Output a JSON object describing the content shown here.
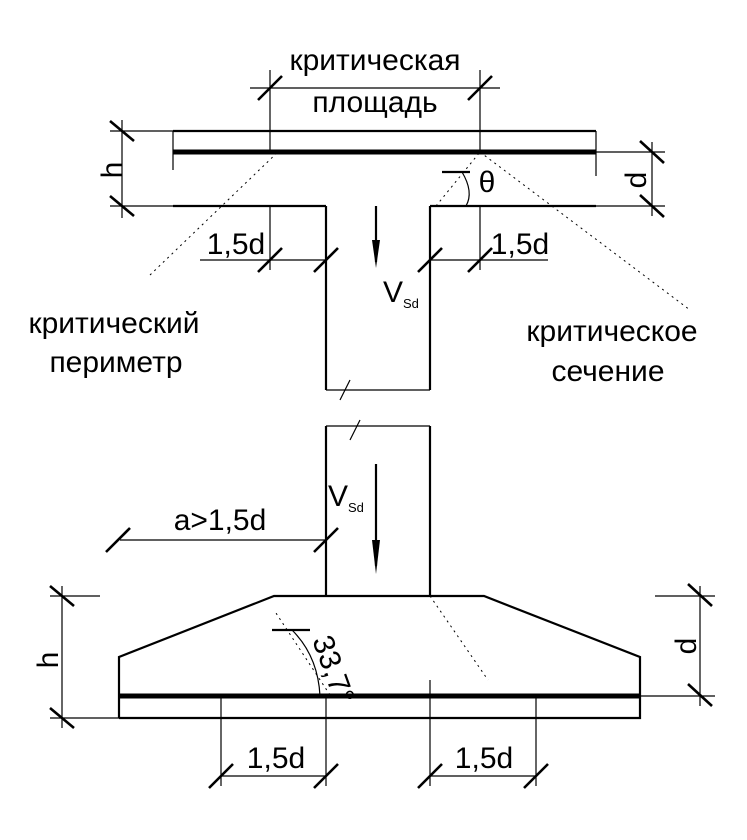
{
  "labels": {
    "critical_area_line1": "критическая",
    "critical_area_line2": "площадь",
    "critical_perimeter_line1": "критический",
    "critical_perimeter_line2": "периметр",
    "critical_section_line1": "критическое",
    "critical_section_line2": "сечение",
    "h_top": "h",
    "d_top": "d",
    "theta": "θ",
    "offset_left_top": "1,5d",
    "offset_right_top": "1,5d",
    "v_top_main": "V",
    "v_top_sub": "Sd",
    "v_bottom_main": "V",
    "v_bottom_sub": "Sd",
    "a_dim": "a>1,5d",
    "angle": "33,7°",
    "h_bottom": "h",
    "d_bottom": "d",
    "offset_left_bottom": "1,5d",
    "offset_right_bottom": "1,5d"
  }
}
